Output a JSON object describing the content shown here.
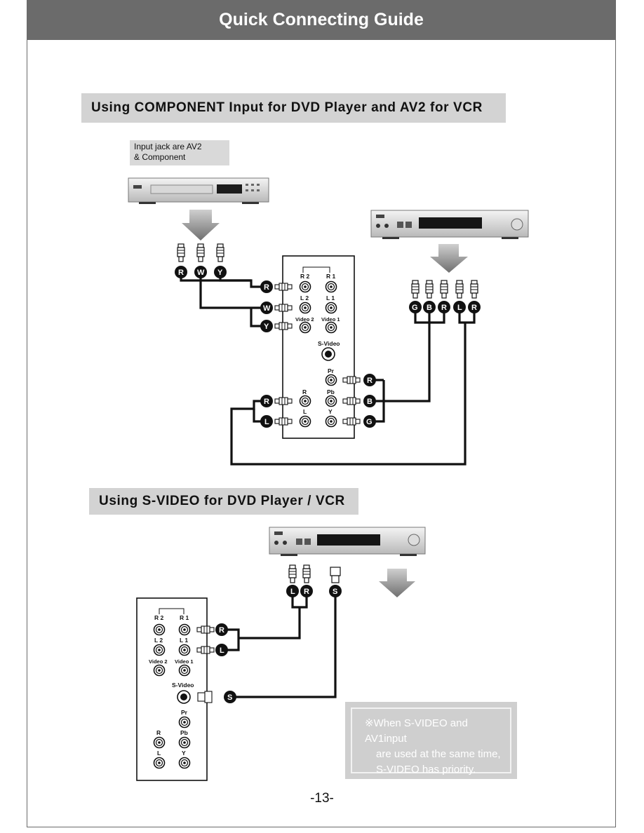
{
  "header": {
    "title": "Quick Connecting Guide"
  },
  "section1": {
    "title": "Using COMPONENT Input for DVD Player and AV2 for VCR",
    "input_note_line1": "Input jack are AV2",
    "input_note_line2": "& Component"
  },
  "panel": {
    "r2": "R 2",
    "r1": "R 1",
    "l2": "L 2",
    "l1": "L 1",
    "video2": "Video 2",
    "video1": "Video 1",
    "svideo": "S-Video",
    "pr": "Pr",
    "pb": "Pb",
    "y": "Y",
    "r": "R",
    "l": "L"
  },
  "badges": {
    "r": "R",
    "w": "W",
    "y": "Y",
    "g": "G",
    "b": "B",
    "l": "L",
    "s": "S"
  },
  "section2": {
    "title": "Using S-VIDEO for DVD Player / VCR",
    "note_symbol": "※",
    "note_line1": "When S-VIDEO and AV1input",
    "note_line2": "are used at the same time,",
    "note_line3": "S-VIDEO has priority."
  },
  "footer": {
    "page_number": "-13-"
  },
  "colors": {
    "header_bg": "#6b6b6b",
    "section_bg": "#d3d3d3",
    "badge": "#111111"
  }
}
